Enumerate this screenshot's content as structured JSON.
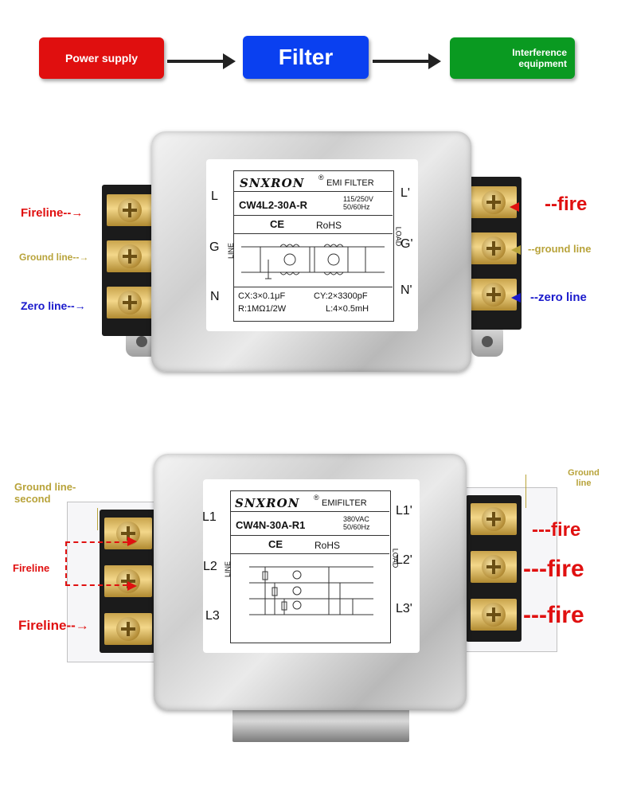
{
  "flow": {
    "power_supply": "Power supply",
    "filter": "Filter",
    "interference_equipment": "Interference equipment",
    "colors": {
      "power": "#e00f0f",
      "filter": "#0a40f0",
      "interference": "#0a9a21"
    }
  },
  "filter1": {
    "brand": "SNXRON",
    "registered": "®",
    "type": "EMI FILTER",
    "model": "CW4L2-30A-R",
    "voltage": "115/250V",
    "frequency": "50/60Hz",
    "ce": "CE",
    "rohs": "RoHS",
    "line_side": "LINE",
    "load_side": "LOAD",
    "spec_cx": "CX:3×0.1μF",
    "spec_cy": "CY:2×3300pF",
    "spec_r": "R:1MΩ1/2W",
    "spec_l": "L:4×0.5mH",
    "pins_left": [
      "L",
      "G",
      "N"
    ],
    "pins_right": [
      "L'",
      "G'",
      "N'"
    ],
    "annotations": {
      "fireline": "Fireline--→",
      "ground_line": "Ground line--→",
      "zero_line": "Zero line--→",
      "fire": "--fire",
      "ground_right": "--ground line",
      "zero_right": "--zero line"
    }
  },
  "filter2": {
    "brand": "SNXRON",
    "registered": "®",
    "type": "EMIFILTER",
    "model": "CW4N-30A-R1",
    "voltage": "380VAC",
    "frequency": "50/60Hz",
    "ce": "CE",
    "rohs": "RoHS",
    "line_side": "LINE",
    "load_side": "LOAD",
    "pins_left": [
      "L1",
      "L2",
      "L3"
    ],
    "pins_right": [
      "L1'",
      "L2'",
      "L3'"
    ],
    "annotations": {
      "ground_left": "Ground line-second",
      "fireline_mid": "Fireline",
      "fireline_bottom": "Fireline--→",
      "ground_right": "Ground line",
      "fire1": "---fire",
      "fire2": "---fire",
      "fire3": "---fire"
    }
  },
  "annotation_colors": {
    "red": "#e01010",
    "olive": "#b8a33a",
    "blue": "#1a1acc"
  }
}
